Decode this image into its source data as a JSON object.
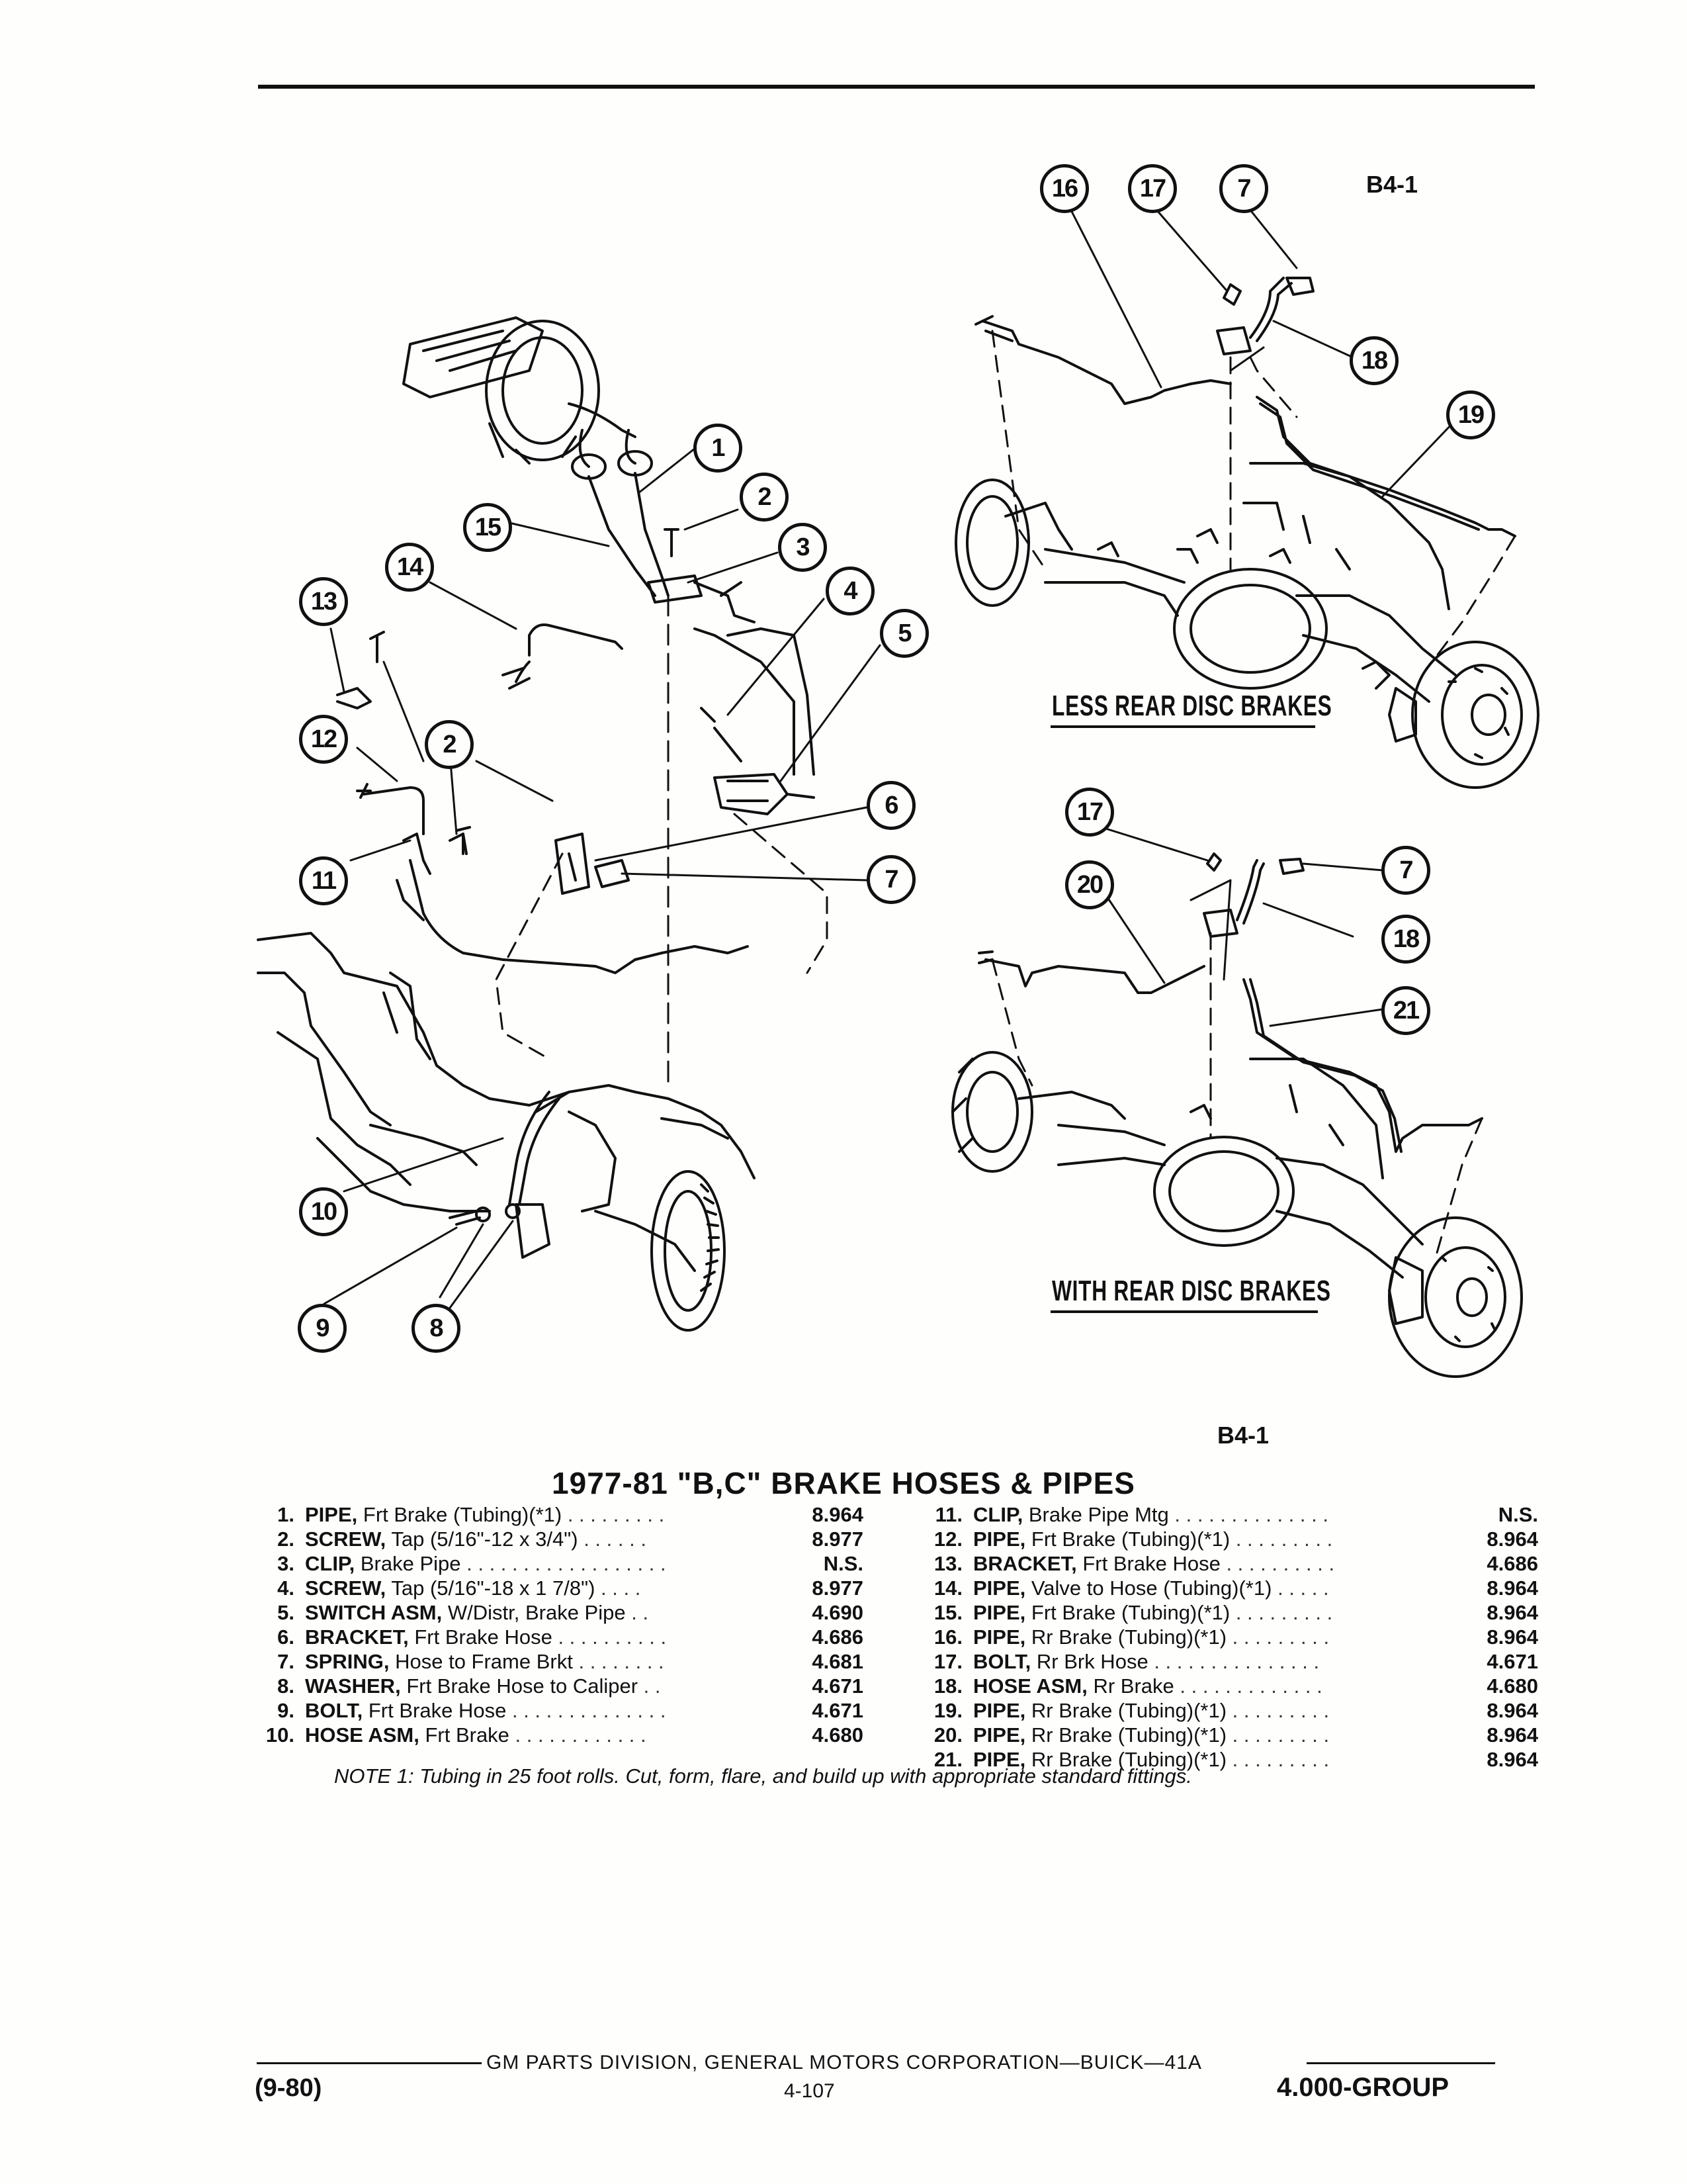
{
  "figure": {
    "tag_top": "B4-1",
    "tag_bottom": "B4-1",
    "label_less_rear_disc": "LESS REAR DISC BRAKES",
    "label_with_rear_disc": "WITH REAR DISC BRAKES",
    "callouts": {
      "c1": "1",
      "c2a": "2",
      "c2b": "2",
      "c3": "3",
      "c4": "4",
      "c5": "5",
      "c6": "6",
      "c7a": "7",
      "c8": "8",
      "c9": "9",
      "c10": "10",
      "c11": "11",
      "c12": "12",
      "c13": "13",
      "c14": "14",
      "c15": "15",
      "c16": "16",
      "c17a": "17",
      "c7b": "7",
      "c18a": "18",
      "c19": "19",
      "c17b": "17",
      "c20": "20",
      "c7c": "7",
      "c18b": "18",
      "c21": "21"
    }
  },
  "title": "1977-81 \"B,C\" BRAKE HOSES & PIPES",
  "parts_left": [
    {
      "num": "1.",
      "name": "PIPE,",
      "detail": "Frt Brake (Tubing)(*1)",
      "dots": ". . . . . . . . .",
      "ref": "8.964"
    },
    {
      "num": "2.",
      "name": "SCREW,",
      "detail": "Tap (5/16\"-12 x 3/4\")",
      "dots": ". . . . . .",
      "ref": "8.977"
    },
    {
      "num": "3.",
      "name": "CLIP,",
      "detail": "Brake Pipe",
      "dots": ". . . . . . . . . . . . . . . . . .",
      "ref": "N.S."
    },
    {
      "num": "4.",
      "name": "SCREW,",
      "detail": "Tap (5/16\"-18 x 1 7/8\")",
      "dots": ". . . .",
      "ref": "8.977"
    },
    {
      "num": "5.",
      "name": "SWITCH ASM,",
      "detail": "W/Distr, Brake Pipe",
      "dots": ". .",
      "ref": "4.690"
    },
    {
      "num": "6.",
      "name": "BRACKET,",
      "detail": "Frt Brake Hose",
      "dots": ". . . . . . . . . .",
      "ref": "4.686"
    },
    {
      "num": "7.",
      "name": "SPRING,",
      "detail": "Hose to Frame Brkt",
      "dots": ". . . . . . . .",
      "ref": "4.681"
    },
    {
      "num": "8.",
      "name": "WASHER,",
      "detail": "Frt Brake Hose to Caliper",
      "dots": ". .",
      "ref": "4.671"
    },
    {
      "num": "9.",
      "name": "BOLT,",
      "detail": "Frt Brake Hose",
      "dots": ". . . . . . . . . . . . . .",
      "ref": "4.671"
    },
    {
      "num": "10.",
      "name": "HOSE ASM,",
      "detail": "Frt Brake",
      "dots": ". . . . . . . . . . . .",
      "ref": "4.680"
    }
  ],
  "parts_right": [
    {
      "num": "11.",
      "name": "CLIP,",
      "detail": "Brake Pipe Mtg",
      "dots": ". . . . . . . . . . . . . .",
      "ref": "N.S."
    },
    {
      "num": "12.",
      "name": "PIPE,",
      "detail": "Frt Brake (Tubing)(*1)",
      "dots": ". . . . . . . . .",
      "ref": "8.964"
    },
    {
      "num": "13.",
      "name": "BRACKET,",
      "detail": "Frt Brake Hose",
      "dots": ". . . . . . . . . .",
      "ref": "4.686"
    },
    {
      "num": "14.",
      "name": "PIPE,",
      "detail": "Valve to Hose (Tubing)(*1)",
      "dots": ". . . . .",
      "ref": "8.964"
    },
    {
      "num": "15.",
      "name": "PIPE,",
      "detail": "Frt Brake (Tubing)(*1)",
      "dots": ". . . . . . . . .",
      "ref": "8.964"
    },
    {
      "num": "16.",
      "name": "PIPE,",
      "detail": "Rr Brake (Tubing)(*1)",
      "dots": ". . . . . . . . .",
      "ref": "8.964"
    },
    {
      "num": "17.",
      "name": "BOLT,",
      "detail": "Rr Brk Hose",
      "dots": ". . . . . . . . . . . . . . .",
      "ref": "4.671"
    },
    {
      "num": "18.",
      "name": "HOSE ASM,",
      "detail": "Rr Brake",
      "dots": ". . . . . . . . . . . . .",
      "ref": "4.680"
    },
    {
      "num": "19.",
      "name": "PIPE,",
      "detail": "Rr Brake (Tubing)(*1)",
      "dots": ". . . . . . . . .",
      "ref": "8.964"
    },
    {
      "num": "20.",
      "name": "PIPE,",
      "detail": "Rr Brake (Tubing)(*1)",
      "dots": ". . . . . . . . .",
      "ref": "8.964"
    },
    {
      "num": "21.",
      "name": "PIPE,",
      "detail": "Rr Brake (Tubing)(*1)",
      "dots": ". . . . . . . . .",
      "ref": "8.964"
    }
  ],
  "note": "NOTE 1: Tubing in 25 foot rolls. Cut, form, flare, and build up with appropriate standard fittings.",
  "footer": {
    "division": "GM PARTS DIVISION, GENERAL MOTORS CORPORATION—BUICK—41A",
    "date_code": "(9-80)",
    "page": "4-107",
    "group": "4.000-GROUP"
  }
}
